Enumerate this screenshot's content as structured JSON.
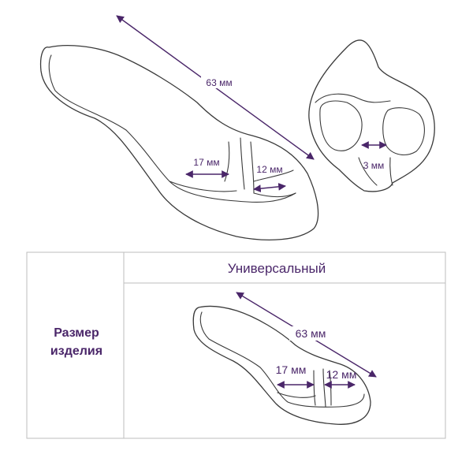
{
  "top_figure": {
    "length_label": "63 мм",
    "width_left_label": "17 мм",
    "width_right_label": "12 мм",
    "ring_gap_label": "3 мм"
  },
  "table": {
    "row_label_line1": "Размер",
    "row_label_line2": "изделия",
    "column_header": "Универсальный",
    "length_label": "63 мм",
    "width_left_label": "17 мм",
    "width_right_label": "12 мм"
  },
  "colors": {
    "accent": "#4a2669",
    "outline": "#3a3a3a",
    "border": "#bdbdbd"
  }
}
